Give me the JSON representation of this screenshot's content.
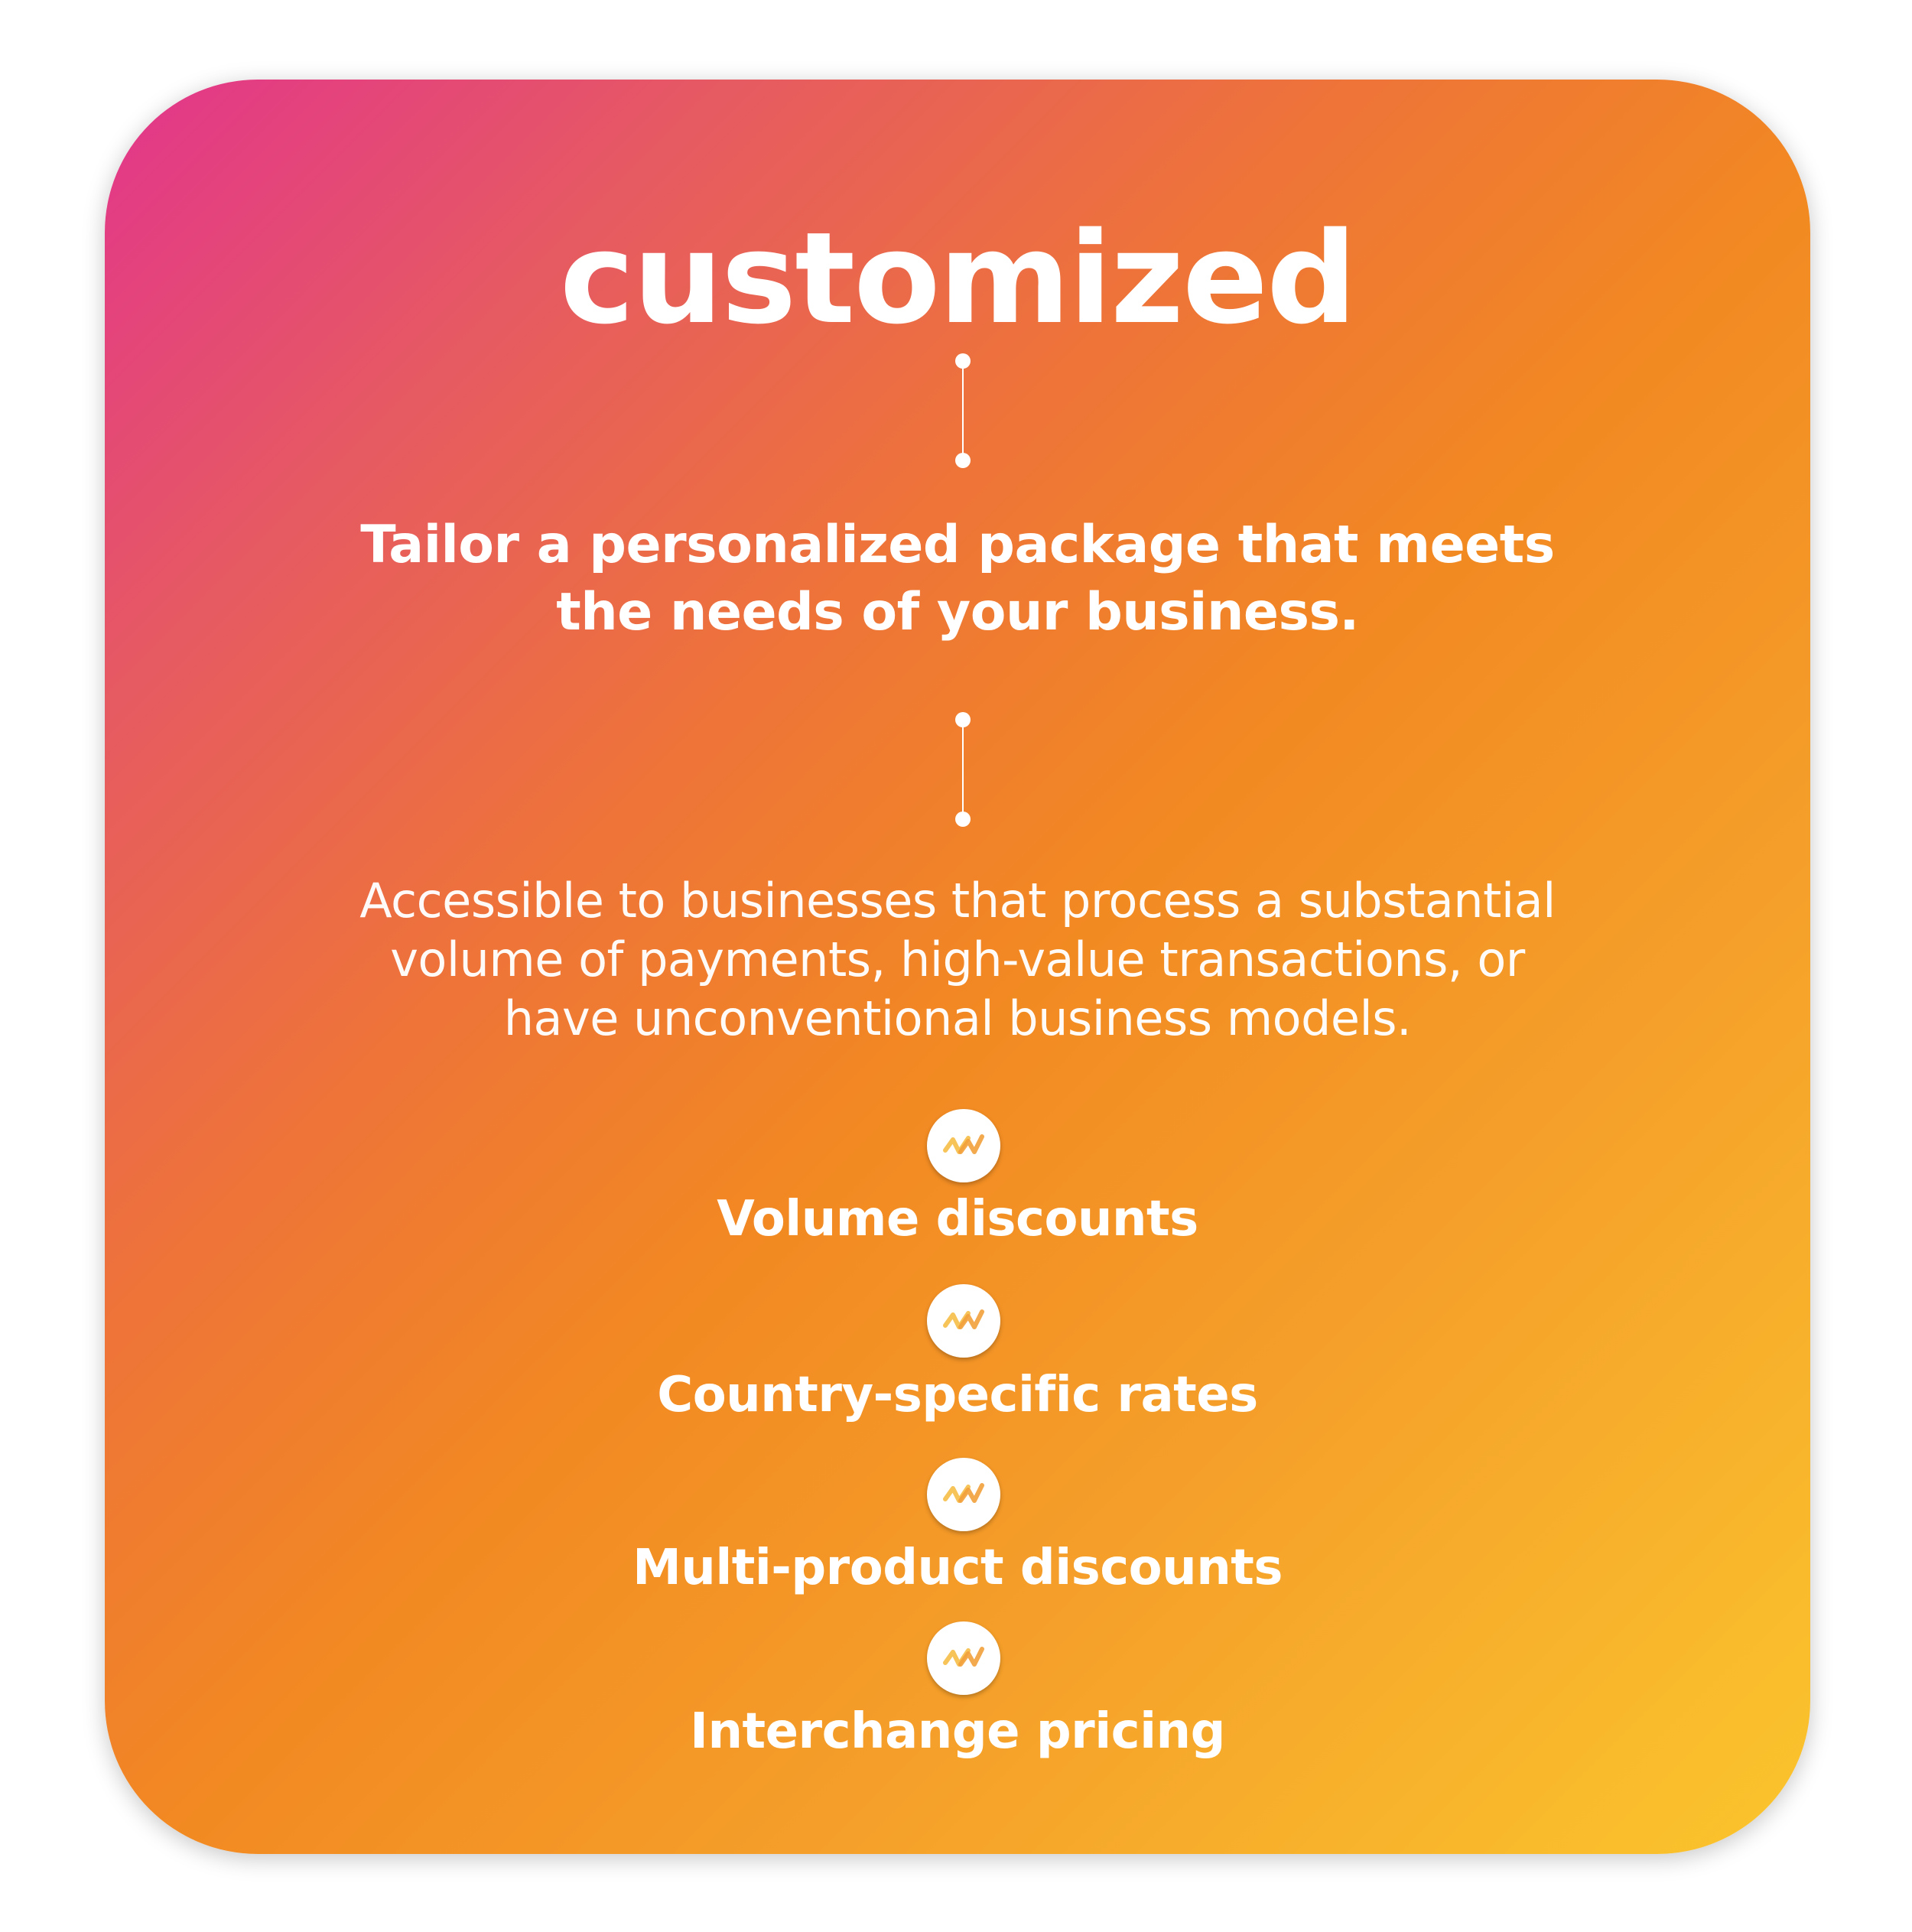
{
  "colors": {
    "gradient_start": "#e2358c",
    "gradient_mid": "#f28922",
    "gradient_end": "#fbc52d",
    "text": "#ffffff"
  },
  "card": {
    "title": "customized",
    "subtitle_line1": "Tailor a personalized package that meets",
    "subtitle_line2": "the needs of your business.",
    "body_line1": "Accessible to businesses that process a substantial",
    "body_line2": "volume of payments, high-value transactions, or",
    "body_line3": "have unconventional business models."
  },
  "features": [
    {
      "label": "Volume discounts",
      "icon": "logo-wave-icon"
    },
    {
      "label": "Country-specific rates",
      "icon": "logo-wave-icon"
    },
    {
      "label": "Multi-product discounts",
      "icon": "logo-wave-icon"
    },
    {
      "label": "Interchange pricing",
      "icon": "logo-wave-icon"
    }
  ]
}
